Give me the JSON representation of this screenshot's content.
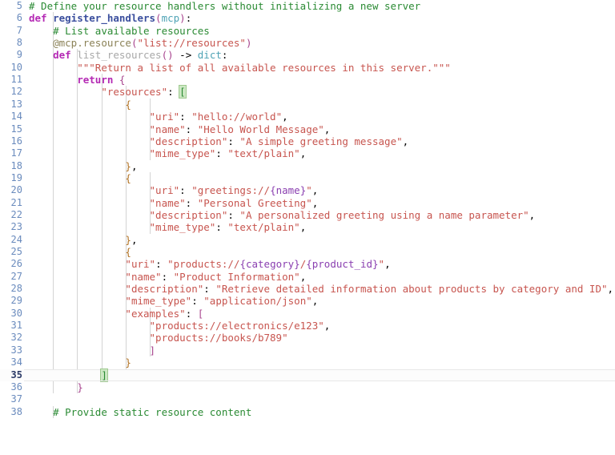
{
  "editor": {
    "language": "Python",
    "theme": "light",
    "first_visible_line": 5,
    "last_visible_line": 38,
    "current_line": 35,
    "matched_bracket_lines": [
      12,
      35
    ],
    "colors": {
      "background": "#ffffff",
      "gutter_text": "#6a8bbd",
      "current_line_number": "#2b3a67",
      "comment": "#2a8a33",
      "keyword": "#b429b4",
      "function_name": "#3b4f9e",
      "parameter_type": "#4fa3b5",
      "string": "#c7554f",
      "decorator": "#8b8257",
      "dimmed_identifier": "#a8a8a8",
      "placeholder": "#8a3fb0",
      "bracket_nested": "#b07020",
      "bracket_match_bg": "#cde8c4",
      "indent_guide": "#d4d4d4"
    }
  },
  "lines": [
    {
      "number": 5,
      "text": "# Define your resource handlers without initializing a new server"
    },
    {
      "number": 6,
      "text": "def register_handlers(mcp):"
    },
    {
      "number": 7,
      "text": "    # List available resources"
    },
    {
      "number": 8,
      "text": "    @mcp.resource(\"list://resources\")"
    },
    {
      "number": 9,
      "text": "    def list_resources() -> dict:"
    },
    {
      "number": 10,
      "text": "        \"\"\"Return a list of all available resources in this server.\"\"\""
    },
    {
      "number": 11,
      "text": "        return {"
    },
    {
      "number": 12,
      "text": "            \"resources\": ["
    },
    {
      "number": 13,
      "text": "                {"
    },
    {
      "number": 14,
      "text": "                    \"uri\": \"hello://world\","
    },
    {
      "number": 15,
      "text": "                    \"name\": \"Hello World Message\","
    },
    {
      "number": 16,
      "text": "                    \"description\": \"A simple greeting message\","
    },
    {
      "number": 17,
      "text": "                    \"mime_type\": \"text/plain\","
    },
    {
      "number": 18,
      "text": "                },"
    },
    {
      "number": 19,
      "text": "                {"
    },
    {
      "number": 20,
      "text": "                    \"uri\": \"greetings://{name}\","
    },
    {
      "number": 21,
      "text": "                    \"name\": \"Personal Greeting\","
    },
    {
      "number": 22,
      "text": "                    \"description\": \"A personalized greeting using a name parameter\","
    },
    {
      "number": 23,
      "text": "                    \"mime_type\": \"text/plain\","
    },
    {
      "number": 24,
      "text": "                },"
    },
    {
      "number": 25,
      "text": "                {"
    },
    {
      "number": 26,
      "text": "                \"uri\": \"products://{category}/{product_id}\","
    },
    {
      "number": 27,
      "text": "                \"name\": \"Product Information\","
    },
    {
      "number": 28,
      "text": "                \"description\": \"Retrieve detailed information about products by category and ID\","
    },
    {
      "number": 29,
      "text": "                \"mime_type\": \"application/json\","
    },
    {
      "number": 30,
      "text": "                \"examples\": ["
    },
    {
      "number": 31,
      "text": "                    \"products://electronics/e123\","
    },
    {
      "number": 32,
      "text": "                    \"products://books/b789\""
    },
    {
      "number": 33,
      "text": "                    ]"
    },
    {
      "number": 34,
      "text": "                }"
    },
    {
      "number": 35,
      "text": "            ]"
    },
    {
      "number": 36,
      "text": "        }"
    },
    {
      "number": 37,
      "text": ""
    },
    {
      "number": 38,
      "text": "    # Provide static resource content"
    }
  ]
}
